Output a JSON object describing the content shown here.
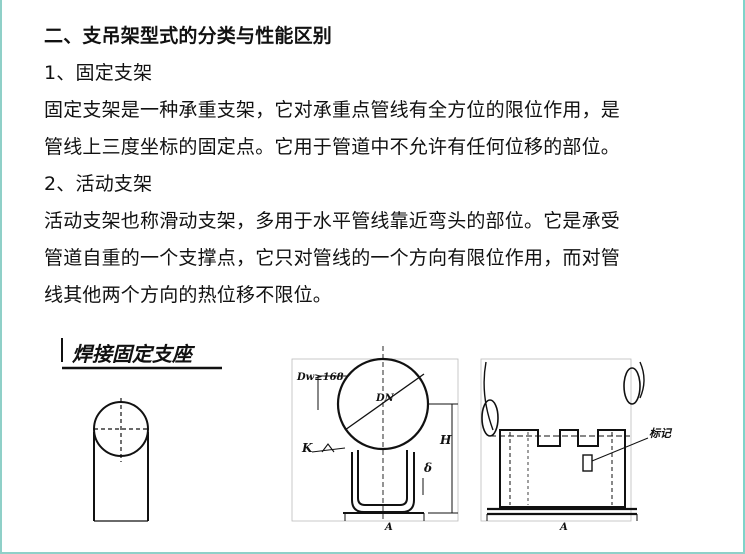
{
  "heading": "二、支吊架型式的分类与性能区别",
  "section1": {
    "title": "1、固定支架",
    "lines": [
      "固定支架是一种承重支架，它对承重点管线有全方位的限位作用，是",
      "管线上三度坐标的固定点。它用于管道中不允许有任何位移的部位。"
    ]
  },
  "section2": {
    "title": "2、活动支架",
    "lines": [
      "活动支架也称滑动支架，多用于水平管线靠近弯头的部位。它是承受",
      "管道自重的一个支撑点，它只对管线的一个方向有限位作用，而对管",
      "线其他两个方向的热位移不限位。"
    ]
  },
  "figure_left": {
    "title": "焊接固定支座"
  },
  "figure_mid": {
    "dim_label": "Dw≥168",
    "diameter_label": "DN",
    "k_label": "K",
    "h_label": "H",
    "delta_label": "δ",
    "a_label": "A"
  },
  "figure_right": {
    "mark_label": "标记",
    "a_label": "A"
  }
}
